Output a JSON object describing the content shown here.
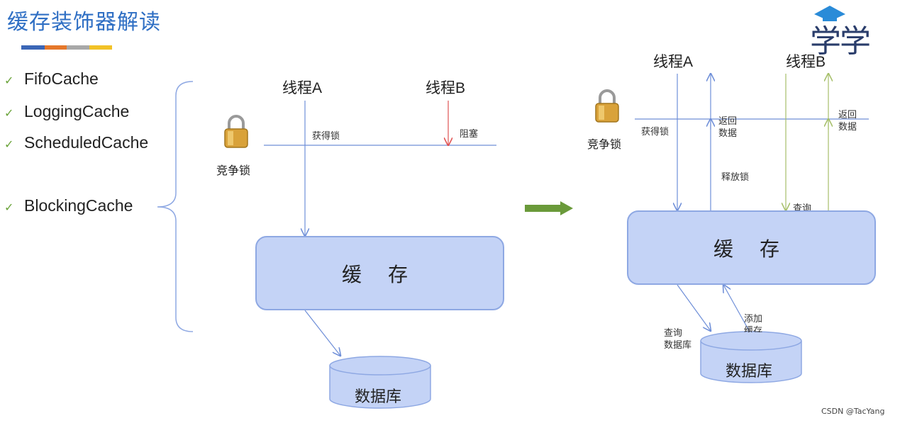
{
  "title": "缓存装饰器解读",
  "title_stripe_colors": [
    "#3b66b6",
    "#e5772a",
    "#a8a8a8",
    "#f2c227"
  ],
  "list": [
    "FifoCache",
    "LoggingCache",
    "ScheduledCache",
    "BlockingCache"
  ],
  "left_diagram": {
    "thread_a": "线程A",
    "thread_b": "线程B",
    "acquire_lock": "获得锁",
    "blocked": "阻塞",
    "compete_lock": "竞争锁",
    "cache": "缓 存",
    "database": "数据库"
  },
  "right_diagram": {
    "thread_a": "线程A",
    "thread_b": "线程B",
    "acquire_lock": "获得锁",
    "return_data_a_line1": "返回",
    "return_data_a_line2": "数据",
    "return_data_b_line1": "返回",
    "return_data_b_line2": "数据",
    "release_lock": "释放锁",
    "query": "查询",
    "compete_lock": "竞争锁",
    "cache": "缓 存",
    "query_db_line1": "查询",
    "query_db_line2": "数据库",
    "add_cache_line1": "添加",
    "add_cache_line2": "缓存",
    "database": "数据库"
  },
  "logo_text": "学学",
  "watermark": "CSDN @TacYang"
}
